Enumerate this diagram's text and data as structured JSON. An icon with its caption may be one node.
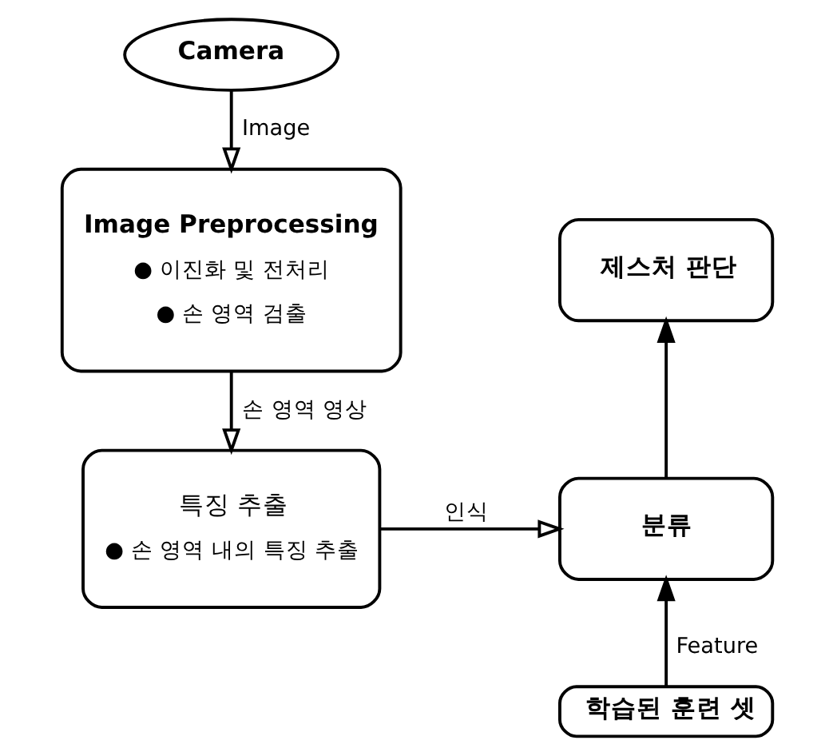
{
  "diagram": {
    "nodes": [
      {
        "text": [
          "Camera"
        ]
      },
      {
        "text": [
          "Image Preprocessing",
          "● 이진화 및 전처리",
          "● 손 영역 검출"
        ]
      },
      {
        "text": [
          "특징 추출",
          "● 손 영역 내의 특징 추출"
        ]
      },
      {
        "text": [
          "제스처 판단"
        ]
      },
      {
        "text": [
          "분류"
        ]
      },
      {
        "text": [
          "학습된 훈련 셋"
        ]
      }
    ],
    "edges": [
      {
        "from": 0,
        "to": 1,
        "arrow": "to",
        "label": "Image"
      },
      {
        "from": 1,
        "to": 2,
        "arrow": "to",
        "label": "손 영역 영상"
      },
      {
        "from": 2,
        "to": 4,
        "arrow": "to",
        "label": "인식"
      },
      {
        "from": 4,
        "to": 3,
        "arrow": "to"
      },
      {
        "from": 5,
        "to": 4,
        "arrow": "to",
        "label": "Feature"
      }
    ]
  }
}
